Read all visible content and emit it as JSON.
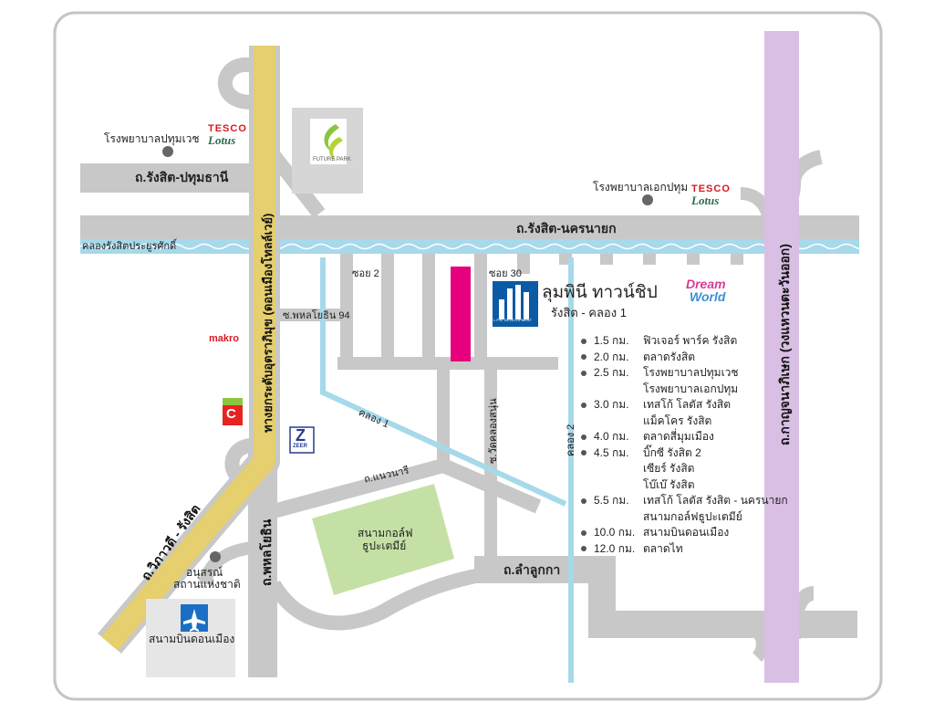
{
  "roads": {
    "rangsit_pathum": "ถ.รังสิต-ปทุมธานี",
    "rangsit_nakhon": "ถ.รังสิต-นครนายก",
    "canal_main": "คลองรังสิตประยูรศักดิ์",
    "phahon_94": "ซ.พหลโยธิน 94",
    "vibhavadi": "ถ.วิภาวดี - รังสิต",
    "expressway": "ทางยกระดับอุตราภิมุข (ดอนเมืองโทลล์เวย์)",
    "phahonyothin": "ถ.พหลโยธิน",
    "kanchana": "ถ.กาญจนาภิเษก (วงแหวนตะวันออก)",
    "lamlukka": "ถ.ลำลูกกา",
    "soi_watkhonsunun": "ซ.วัดคลองสนุ่น",
    "canal_1": "คลอง 1",
    "canal_2": "คลอง 2",
    "thanontee": "ถ.แนวนารี",
    "soi_2": "ซอย 2",
    "soi_30": "ซอย 30"
  },
  "pois": {
    "hospital_pathum": "โรงพยาบาลปทุมเวช",
    "hospital_ekpathum": "โรงพยาบาลเอกปทุม",
    "futurepark": "FUTURE PARK",
    "monument_line1": "อนุสรณ์",
    "monument_line2": "สถานแห่งชาติ",
    "airport": "สนามบินดอนเมือง",
    "golf_line1": "สนามกอล์ฟ",
    "golf_line2": "ธูปะเตมีย์",
    "dreamworld_1": "Dream",
    "dreamworld_2": "World",
    "makro": "makro",
    "zeer_1": "Z",
    "zeer_2": "ZEER",
    "bigc": "C"
  },
  "tesco": {
    "line1": "TESCO",
    "line2": "Lotus"
  },
  "project": {
    "name": "ลุมพินี ทาวน์ชิป",
    "sub": "รังสิต - คลอง 1",
    "logo_text": "L.P.N. DEVELOPMENT"
  },
  "distances": [
    {
      "dist": "1.5 กม.",
      "place": "ฟิวเจอร์ พาร์ค รังสิต"
    },
    {
      "dist": "2.0 กม.",
      "place": "ตลาดรังสิต"
    },
    {
      "dist": "2.5 กม.",
      "place": "โรงพยาบาลปทุมเวช"
    },
    {
      "dist": "",
      "place": "โรงพยาบาลเอกปทุม"
    },
    {
      "dist": "3.0 กม.",
      "place": "เทสโก้ โลตัส รังสิต"
    },
    {
      "dist": "",
      "place": "แม็คโคร รังสิต"
    },
    {
      "dist": "4.0 กม.",
      "place": "ตลาดสี่มุมเมือง"
    },
    {
      "dist": "4.5 กม.",
      "place": "บิ๊กซี รังสิต 2"
    },
    {
      "dist": "",
      "place": "เซียร์ รังสิต"
    },
    {
      "dist": "",
      "place": "โบ๊เบ๊ รังสิต"
    },
    {
      "dist": "5.5 กม.",
      "place": "เทสโก้ โลตัส รังสิต - นครนายก"
    },
    {
      "dist": "",
      "place": "สนามกอล์ฟธูปะเตมีย์"
    },
    {
      "dist": "10.0 กม.",
      "place": "สนามบินดอนเมือง"
    },
    {
      "dist": "12.0 กม.",
      "place": "ตลาดไท"
    }
  ],
  "colors": {
    "road": "#c8c8c8",
    "expressway": "#e5cf6e",
    "ring_road": "#d9bfe3",
    "canal": "#a6d9ea",
    "project_plot": "#e6007e",
    "golf": "#c5e0a5",
    "frame": "#bdbdbd"
  }
}
